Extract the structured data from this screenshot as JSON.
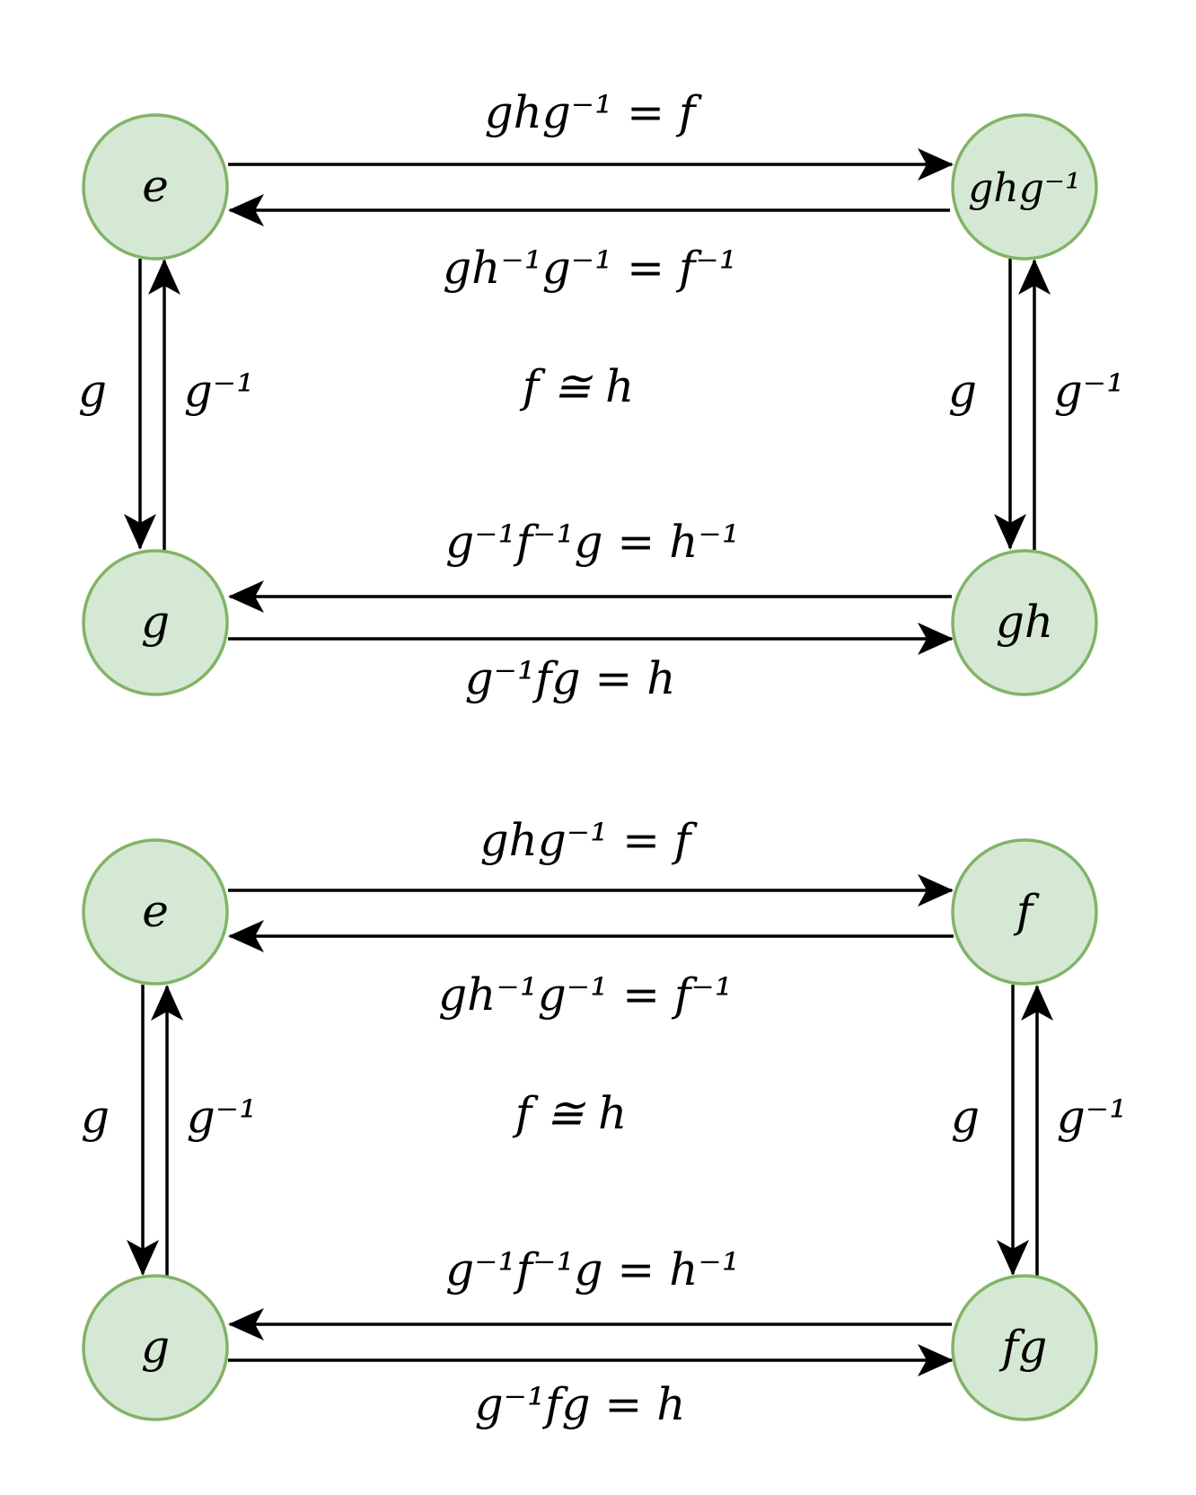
{
  "diagrams": [
    {
      "nodes": {
        "top_left": "e",
        "top_right": "ghg⁻¹",
        "bottom_left": "g",
        "bottom_right": "gh"
      },
      "edges": {
        "top_forward": "ghg⁻¹ = f",
        "top_backward": "gh⁻¹g⁻¹ = f⁻¹",
        "left_down": "g",
        "left_up": "g⁻¹",
        "right_down": "g",
        "right_up": "g⁻¹",
        "bottom_backward": "g⁻¹f⁻¹g = h⁻¹",
        "bottom_forward": "g⁻¹fg = h"
      },
      "center": "f ≅ h"
    },
    {
      "nodes": {
        "top_left": "e",
        "top_right": "f",
        "bottom_left": "g",
        "bottom_right": "fg"
      },
      "edges": {
        "top_forward": "ghg⁻¹ = f",
        "top_backward": "gh⁻¹g⁻¹ = f⁻¹",
        "left_down": "g",
        "left_up": "g⁻¹",
        "right_down": "g",
        "right_up": "g⁻¹",
        "bottom_backward": "g⁻¹f⁻¹g = h⁻¹",
        "bottom_forward": "g⁻¹fg = h"
      },
      "center": "f ≅ h"
    }
  ],
  "colors": {
    "node_fill": "#d5e8d4",
    "node_stroke": "#82b366",
    "edge": "#000000"
  }
}
